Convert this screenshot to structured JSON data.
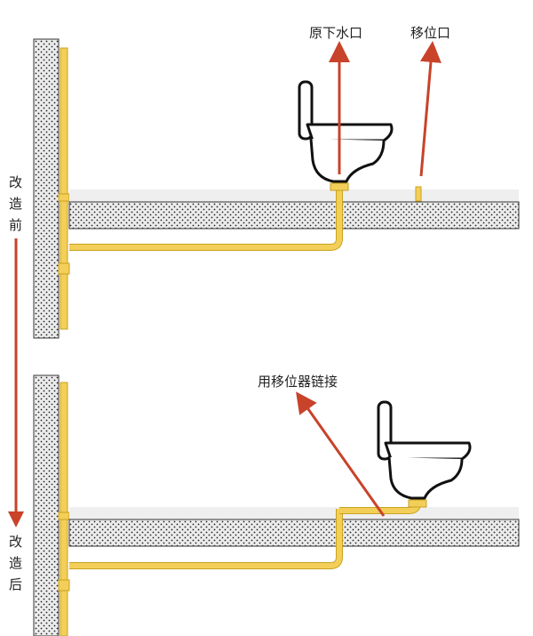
{
  "labels": {
    "original_drain": "原下水口",
    "new_drain": "移位口",
    "shifter_link": "用移位器链接",
    "before": [
      "改",
      "造",
      "前"
    ],
    "after": [
      "改",
      "造",
      "后"
    ]
  },
  "colors": {
    "pipe": "#f3cf5a",
    "pipe_edge": "#c9a21c",
    "arrow": "#c8432a",
    "concrete": "#ececec",
    "dots": "#222222",
    "toilet_stroke": "#111111"
  }
}
